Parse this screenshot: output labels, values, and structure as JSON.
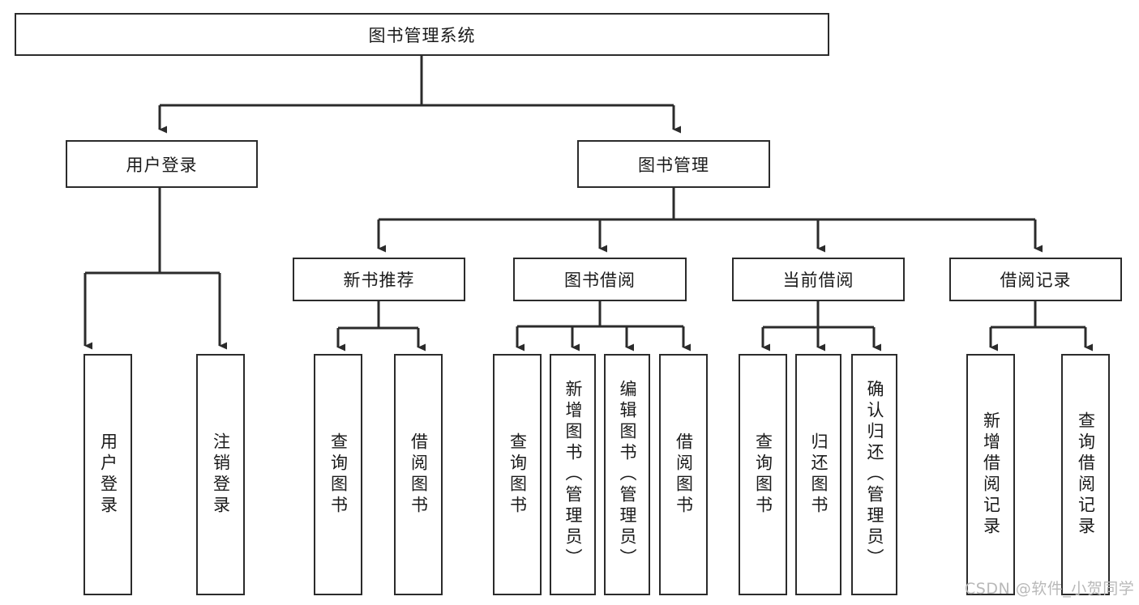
{
  "diagram": {
    "type": "tree",
    "title": "图书管理系统",
    "root": {
      "label": "图书管理系统"
    },
    "level1": [
      {
        "label": "用户登录"
      },
      {
        "label": "图书管理"
      }
    ],
    "level2": [
      {
        "label": "新书推荐",
        "parent": "图书管理"
      },
      {
        "label": "图书借阅",
        "parent": "图书管理"
      },
      {
        "label": "当前借阅",
        "parent": "图书管理"
      },
      {
        "label": "借阅记录",
        "parent": "图书管理"
      }
    ],
    "leaves": {
      "user_login": [
        {
          "label": "用户登录"
        },
        {
          "label": "注销登录"
        }
      ],
      "new_book_recommend": [
        {
          "label": "查询图书"
        },
        {
          "label": "借阅图书"
        }
      ],
      "book_borrow": [
        {
          "label": "查询图书"
        },
        {
          "label": "新增图书（管理员）"
        },
        {
          "label": "编辑图书（管理员）"
        },
        {
          "label": "借阅图书"
        }
      ],
      "current_borrow": [
        {
          "label": "查询图书"
        },
        {
          "label": "归还图书"
        },
        {
          "label": "确认归还（管理员）"
        }
      ],
      "borrow_record": [
        {
          "label": "新增借阅记录"
        },
        {
          "label": "查询借阅记录"
        }
      ]
    }
  },
  "watermark": {
    "text": "CSDN @软件_小贺同学"
  },
  "colors": {
    "stroke": "#2b2b2b",
    "fill": "#ffffff",
    "text": "#1a1a1a",
    "watermark": "#b9b9b9"
  }
}
